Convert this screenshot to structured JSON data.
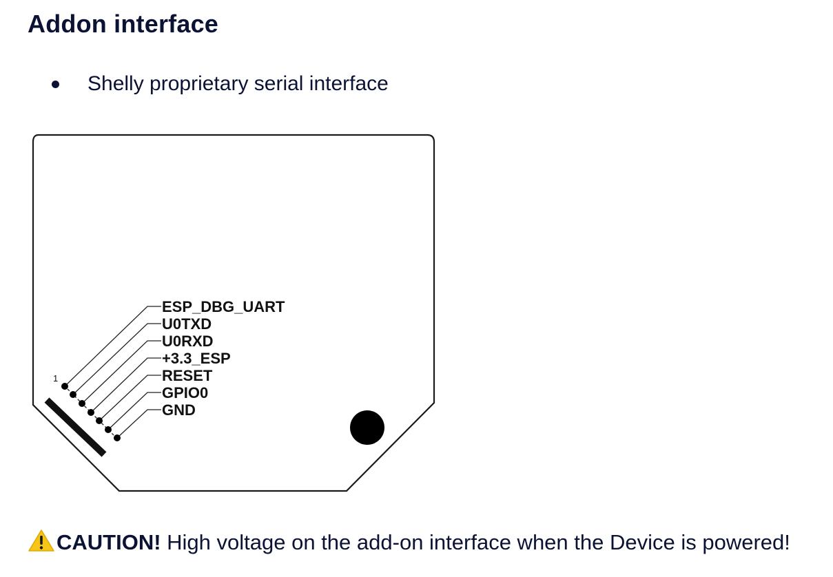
{
  "section": {
    "title": "Addon interface"
  },
  "bullets": [
    {
      "text": "Shelly proprietary serial interface"
    }
  ],
  "diagram": {
    "pin_one_marker": "1",
    "pins": [
      {
        "label": "ESP_DBG_UART"
      },
      {
        "label": "U0TXD"
      },
      {
        "label": "U0RXD"
      },
      {
        "label": "+3.3_ESP"
      },
      {
        "label": "RESET"
      },
      {
        "label": "GPIO0"
      },
      {
        "label": "GND"
      }
    ]
  },
  "caution": {
    "icon": "warning-icon",
    "label": "CAUTION!",
    "text": " High voltage on the add-on interface when the Device is powered!"
  },
  "colors": {
    "text": "#0b1233",
    "warning": "#f5c518"
  }
}
